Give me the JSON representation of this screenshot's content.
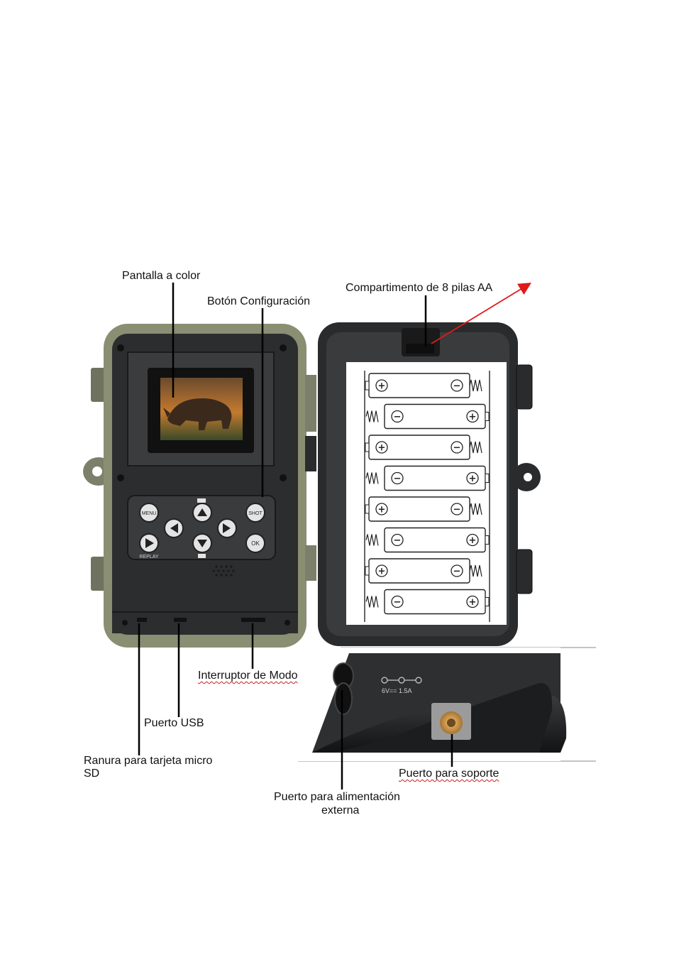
{
  "labels": {
    "pantalla": "Pantalla a color",
    "boton": "Botón Configuración",
    "compartimento": "Compartimento de 8 pilas AA",
    "interruptor": "Interruptor de Modo",
    "usb": "Puerto USB",
    "ranura_line1": "Ranura para tarjeta micro",
    "ranura_line2": "SD",
    "alimentacion_line1": "Puerto para alimentación",
    "alimentacion_line2": "externa",
    "soporte": "Puerto para soporte"
  },
  "buttons": {
    "menu": "MENU",
    "shot": "SHOT",
    "ok": "OK",
    "replay": "REPLAY"
  },
  "battery": {
    "plus": "+",
    "minus": "−"
  },
  "power_rating": "6V== 1.5A",
  "colors": {
    "camera_green": "#8a8e72",
    "body_dark": "#2c2d2f",
    "arrow_red": "#e01a1a",
    "brass": "#c9964a"
  }
}
